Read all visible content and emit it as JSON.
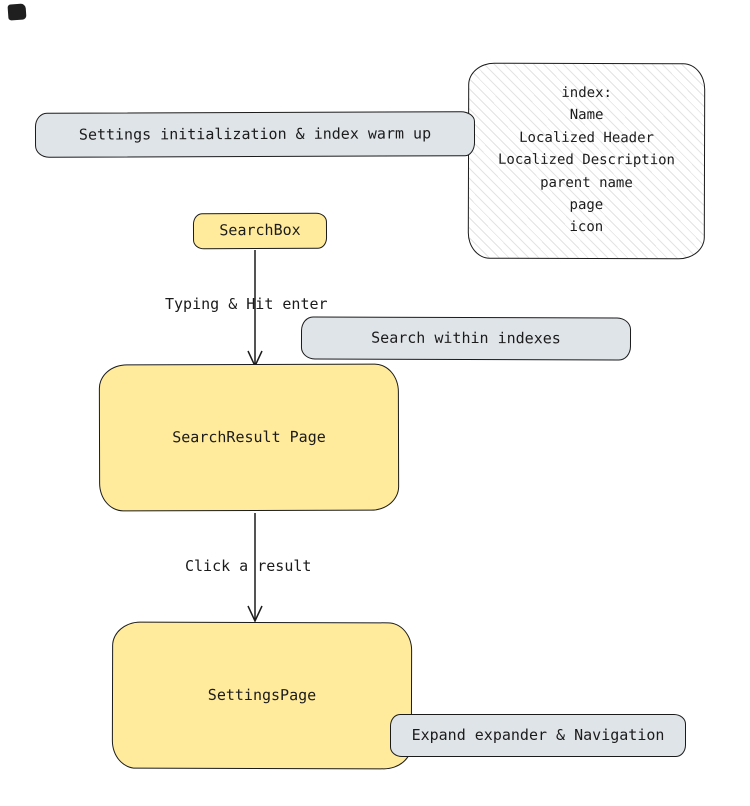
{
  "diagram": {
    "corner_mark": "",
    "top_box": {
      "label": "Settings initialization & index warm up"
    },
    "index_box": {
      "lines": [
        "index:",
        "Name",
        "Localized Header",
        "Localized Description",
        "parent name",
        "page",
        "icon"
      ]
    },
    "searchbox": {
      "label": "SearchBox"
    },
    "arrow1_label": "Typing & Hit enter",
    "search_within": {
      "label": "Search within indexes"
    },
    "search_result": {
      "label": "SearchResult Page"
    },
    "arrow2_label": "Click a result",
    "settings_page": {
      "label": "SettingsPage"
    },
    "expand_nav": {
      "label": "Expand expander & Navigation"
    },
    "colors": {
      "yellow": "#ffeb9b",
      "gray": "#dfe4e8",
      "stroke": "#1b1b1b"
    }
  }
}
